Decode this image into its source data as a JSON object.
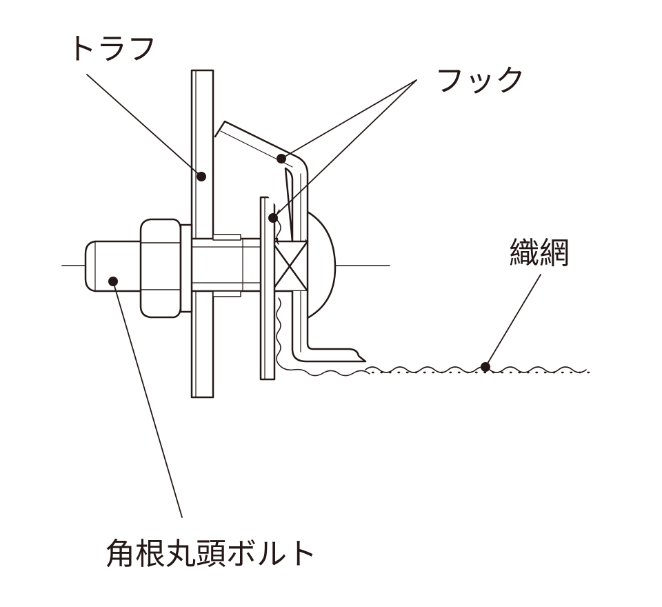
{
  "labels": {
    "trough": "トラフ",
    "hook": "フック",
    "woven_mesh": "織網",
    "bolt": "角根丸頭ボルト"
  },
  "colors": {
    "line": "#231815",
    "fill": "#ffffff"
  }
}
